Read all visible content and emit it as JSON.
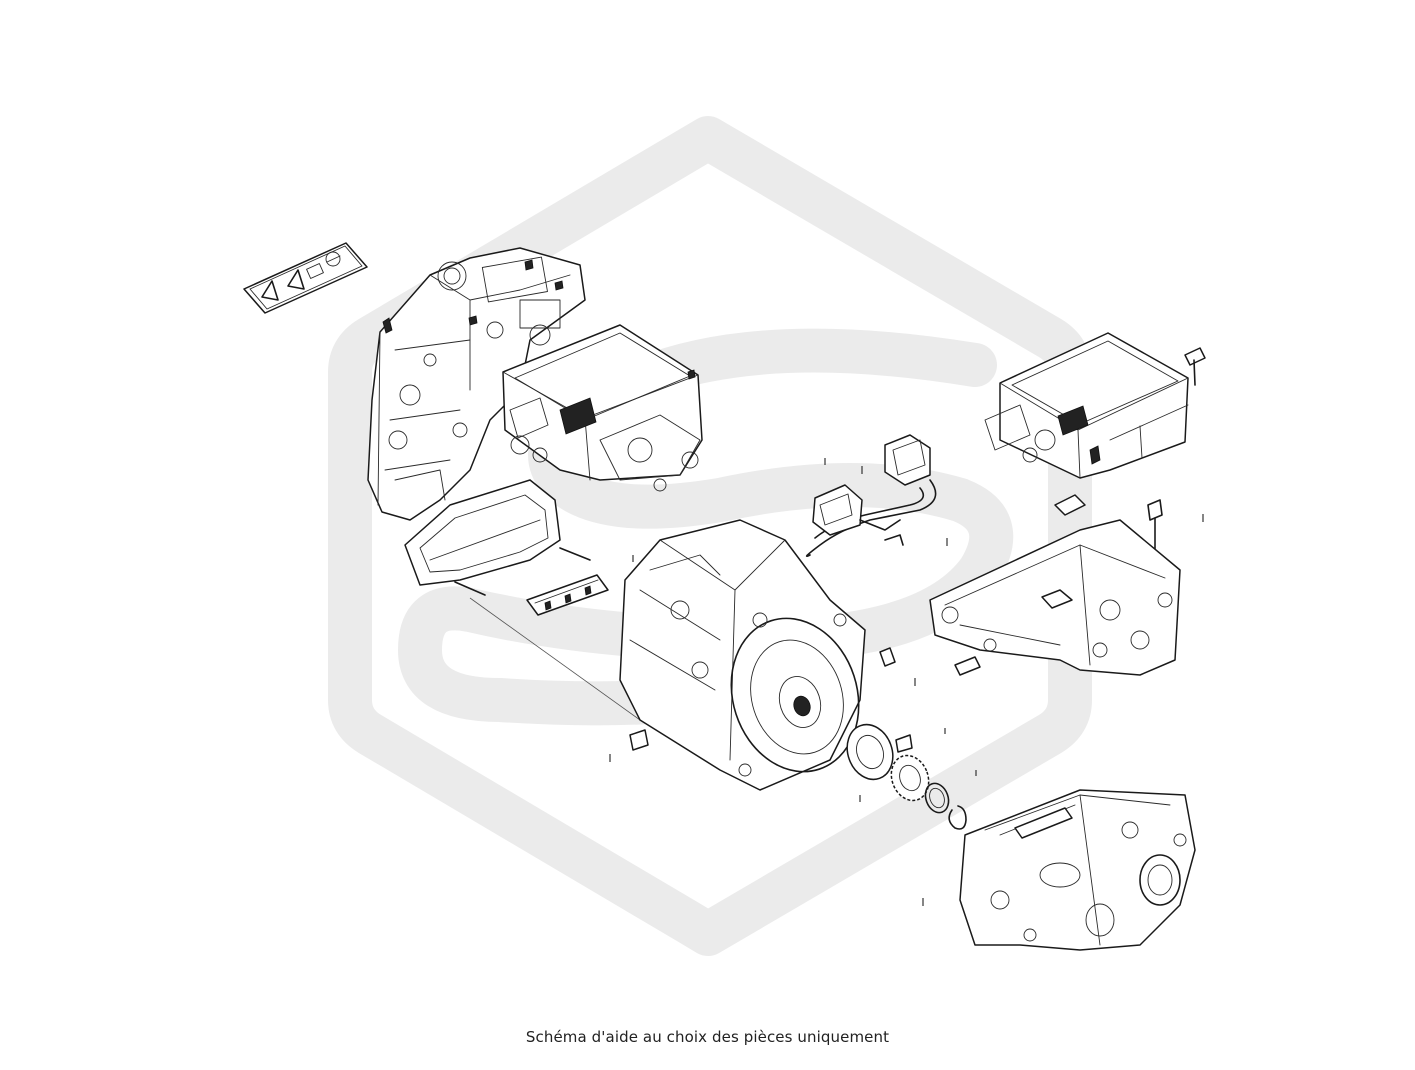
{
  "figure": {
    "caption": "Schéma d'aide au choix des pièces uniquement"
  },
  "parts": [
    {
      "name": "warning-label",
      "icon": "hazard-label-icon"
    },
    {
      "name": "power-electronics-unit",
      "icon": "electronics-housing-icon"
    },
    {
      "name": "inverter-module",
      "icon": "inverter-icon"
    },
    {
      "name": "charger-module",
      "icon": "charger-icon"
    },
    {
      "name": "wiring-harness",
      "icon": "harness-icon"
    },
    {
      "name": "mounting-bracket",
      "icon": "bracket-icon"
    },
    {
      "name": "electric-motor",
      "icon": "motor-icon"
    },
    {
      "name": "connector-strip",
      "icon": "connector-icon"
    },
    {
      "name": "resolver-ring",
      "icon": "ring-icon"
    },
    {
      "name": "gear",
      "icon": "gear-icon"
    },
    {
      "name": "washer",
      "icon": "washer-icon"
    },
    {
      "name": "circlip",
      "icon": "circlip-icon"
    },
    {
      "name": "gearbox-housing",
      "icon": "gearbox-icon"
    },
    {
      "name": "bolt",
      "icon": "bolt-icon"
    }
  ],
  "colors": {
    "watermark": "#ebebeb",
    "line": "#1a1a1a",
    "background": "#ffffff"
  }
}
